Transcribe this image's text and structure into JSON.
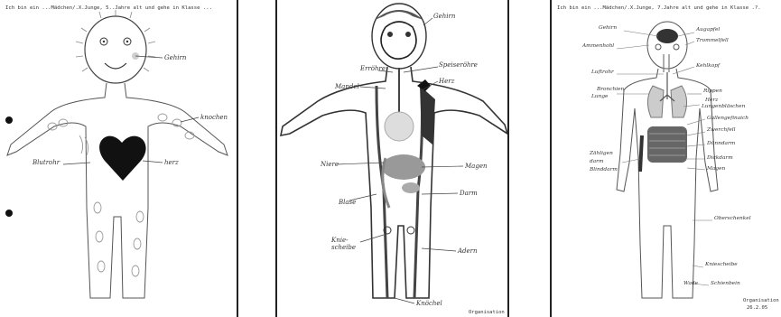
{
  "sheet1": {
    "header": "Ich bin ein ...Mädchen/.X.Junge, 5..Jahre alt und gehe in Klasse ...",
    "labels": {
      "gehirn": "Gehirn",
      "knochen": "knochen",
      "blutrohr": "Blutrohr",
      "herz": "herz"
    }
  },
  "sheet2": {
    "labels": {
      "gehirn": "Gehirn",
      "erroehre": "Erröhre",
      "mandel": "Mandel",
      "speiseroehre": "Speiseröhre",
      "herz": "Herz",
      "niere": "Niere",
      "magen": "Magen",
      "blase": "Blase",
      "darm": "Darm",
      "kniescheibe": "Knie-\nscheibe",
      "adern": "Adern",
      "knoechel": "Knöchel"
    },
    "footer": "Organisation"
  },
  "sheet3": {
    "header": "Ich bin ein ...Mädchen/.X.Junge, 7.Jahre alt und gehe in Klasse .?.",
    "labels": {
      "gehirn": "Gehirn",
      "augapfel": "Augapfel",
      "ammenhohl": "Ammenhohl",
      "trommelfell": "Trommelfell",
      "luftrohr": "Luftrohr",
      "kehlkopf": "Kehlkopf",
      "bronchien": "Bronchien",
      "lunge": "Lunge",
      "rippen": "Rippen",
      "herz": "Herz",
      "lungenblaeschen": "Lungenbläschen",
      "gallenblase": "Gallengefinaich",
      "zwerchfell": "Zwerchfell",
      "duenndarm": "Dünndarm",
      "dickdarm": "Dickdarm",
      "magen": "Magen",
      "zaehligen": "Zähligen\ndarm\nBlinddarm",
      "oberschenkel": "Oberschenkel",
      "kniescheibe": "Kniescheibe",
      "wade": "Wade",
      "schienbein": "Schienbein"
    },
    "footer_name": "Organisation",
    "footer_date": "26.2.05"
  }
}
